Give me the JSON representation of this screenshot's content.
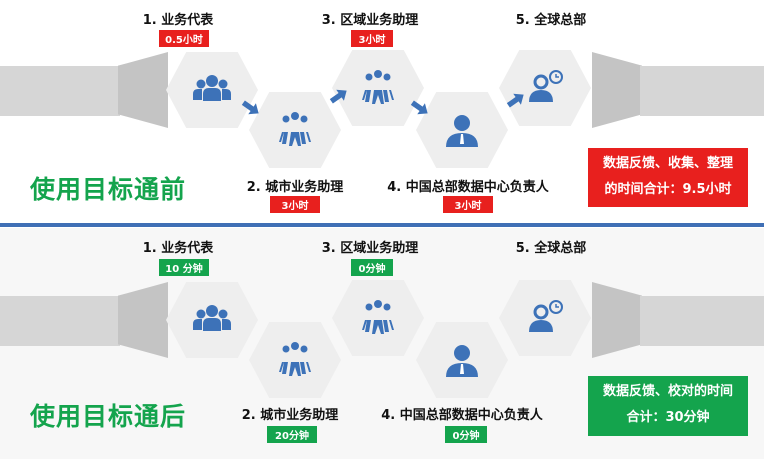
{
  "before": {
    "heading": "使用目标通前",
    "steps": [
      {
        "label": "1. 业务代表",
        "time": "0.5小时"
      },
      {
        "label": "2. 城市业务助理",
        "time": "3小时"
      },
      {
        "label": "3. 区域业务助理",
        "time": "3小时"
      },
      {
        "label": "4. 中国总部数据中心负责人",
        "time": "3小时"
      },
      {
        "label": "5. 全球总部"
      }
    ],
    "summary_line1": "数据反馈、收集、整理",
    "summary_line2": "的时间合计：9.5小时",
    "accent": "#e8201e"
  },
  "after": {
    "heading": "使用目标通后",
    "steps": [
      {
        "label": "1. 业务代表",
        "time": "10 分钟"
      },
      {
        "label": "2. 城市业务助理",
        "time": "20分钟"
      },
      {
        "label": "3. 区域业务助理",
        "time": "0分钟"
      },
      {
        "label": "4. 中国总部数据中心负责人",
        "time": "0分钟"
      },
      {
        "label": "5. 全球总部"
      }
    ],
    "summary_line1": "数据反馈、校对的时间",
    "summary_line2": "合计：30分钟",
    "accent": "#14a44d"
  },
  "icon_color": "#3d72b8"
}
